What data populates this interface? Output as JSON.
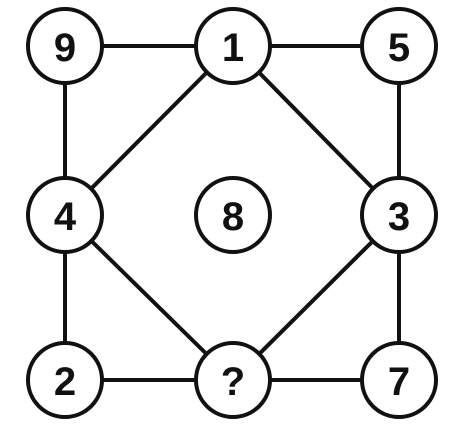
{
  "puzzle": {
    "nodes": {
      "top_left": "9",
      "top_middle": "1",
      "top_right": "5",
      "middle_left": "4",
      "center": "8",
      "middle_right": "3",
      "bottom_left": "2",
      "bottom_middle": "?",
      "bottom_right": "7"
    },
    "colors": {
      "stroke": "#111111",
      "fill": "#ffffff"
    }
  }
}
